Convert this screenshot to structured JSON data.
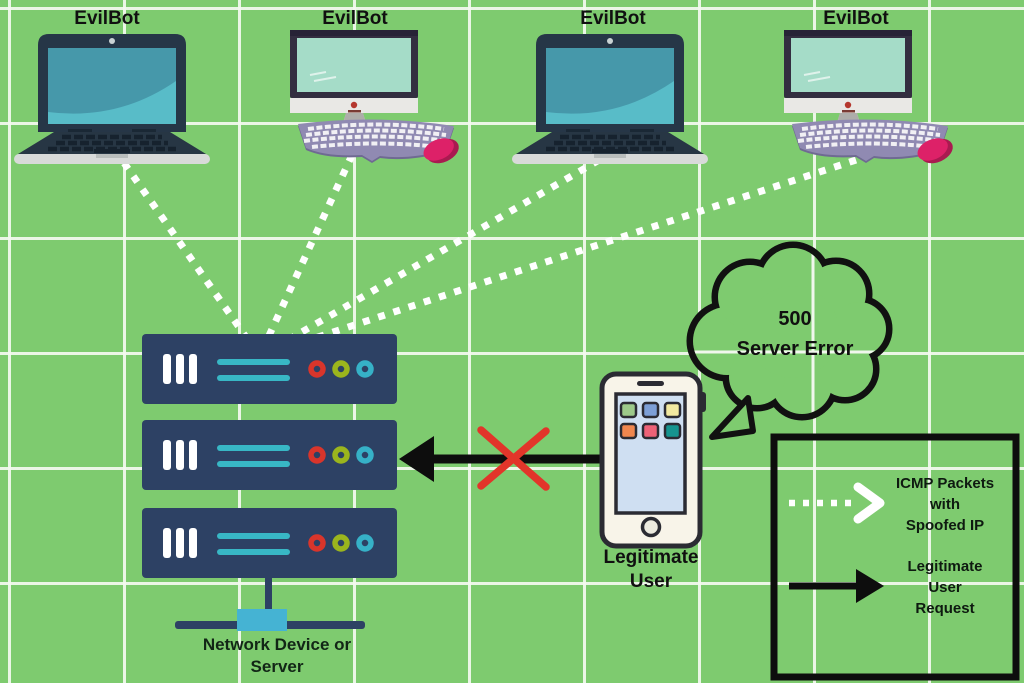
{
  "diagram": {
    "bots": [
      {
        "label": "EvilBot",
        "device": "laptop"
      },
      {
        "label": "EvilBot",
        "device": "desktop-computer"
      },
      {
        "label": "EvilBot",
        "device": "laptop"
      },
      {
        "label": "EvilBot",
        "device": "desktop-computer"
      }
    ],
    "server_stack": {
      "units": 3,
      "network_label_line1": "Network Device or",
      "network_label_line2": "Server"
    },
    "error_bubble": {
      "line1": "500",
      "line2": "Server Error"
    },
    "legitimate_user": {
      "line1": "Legitimate",
      "line2": "User"
    },
    "legend": [
      {
        "symbol": "white-dashed-arrow",
        "line1": "ICMP Packets",
        "line2": "with",
        "line3": "Spoofed IP"
      },
      {
        "symbol": "black-solid-arrow",
        "line1": "Legitimate",
        "line2": "User",
        "line3": "Request"
      }
    ],
    "colors": {
      "background": "#7ecb6f",
      "grid_line": "#f2f8ee",
      "server_body": "#2d4164",
      "server_stripe": "#38b7c5",
      "led_red": "#d9352b",
      "led_green": "#9bb51d",
      "led_cyan": "#36b1c7",
      "icmp_dash": "#ffffff",
      "request_arrow": "#0d0d0d",
      "blocked_cross": "#e2352a",
      "mouse_pink": "#dd2168",
      "connector_teal": "#45b3d3"
    }
  }
}
